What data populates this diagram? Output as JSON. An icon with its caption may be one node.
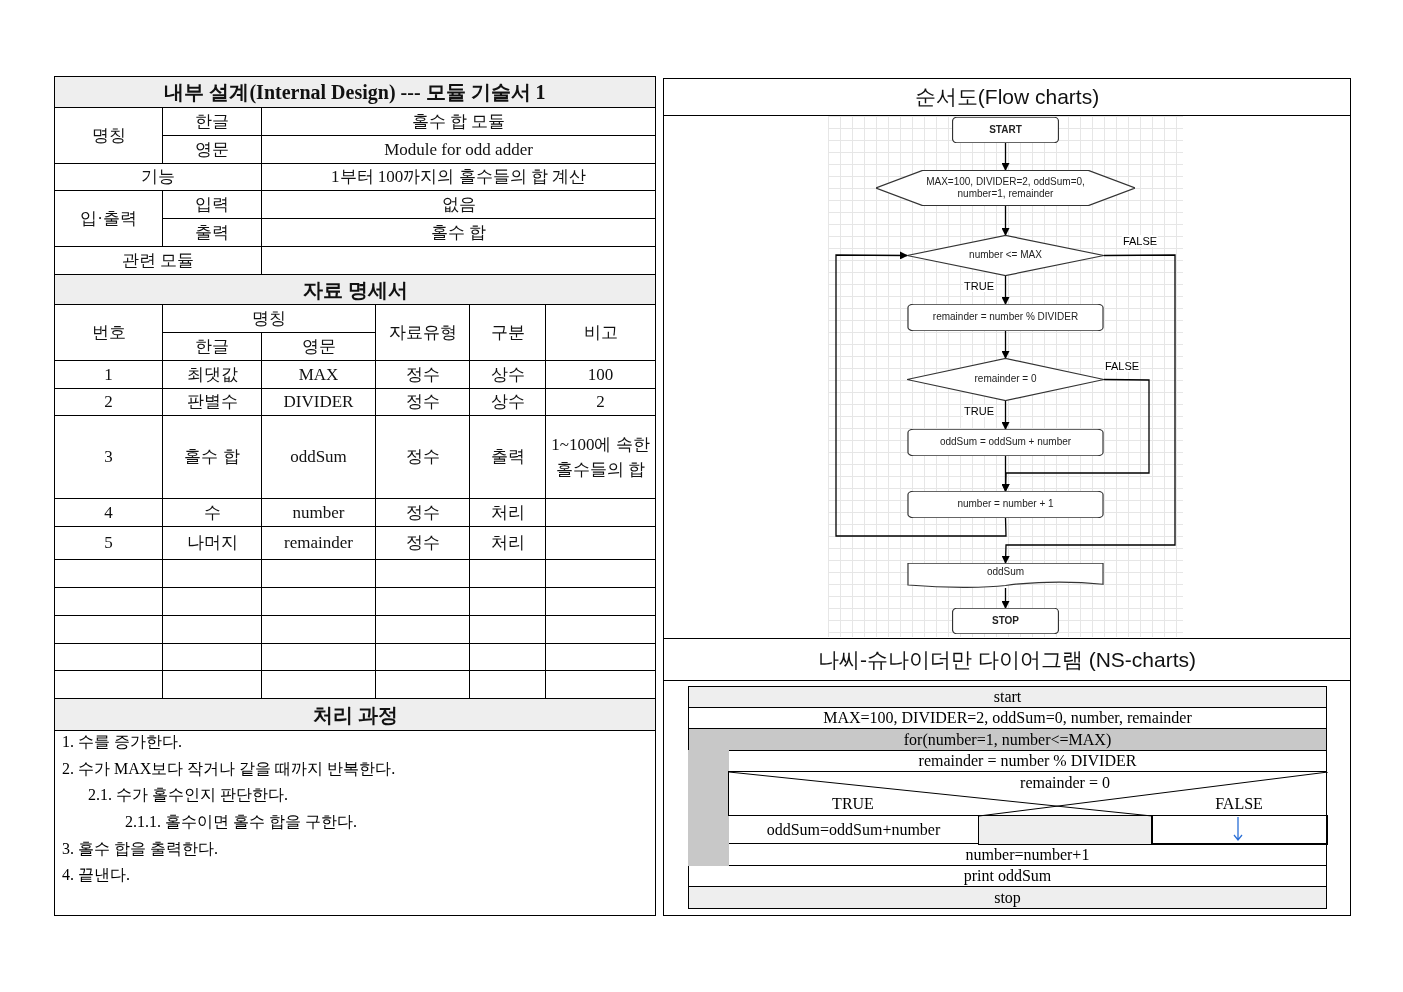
{
  "diagram": {
    "title": "내부 설계(Internal Design) --- 모듈 기술서 1",
    "nodes": [
      {
        "text": [
          "START"
        ]
      },
      {
        "text": [
          "MAX=100, DIVIDER=2, oddSum=0, number=1, remainder"
        ]
      },
      {
        "text": [
          "number <= MAX"
        ]
      },
      {
        "text": [
          "remainder = number % DIVIDER"
        ]
      },
      {
        "text": [
          "remainder = 0"
        ]
      },
      {
        "text": [
          "oddSum = oddSum + number"
        ]
      },
      {
        "text": [
          "number = number + 1"
        ]
      },
      {
        "text": [
          "oddSum"
        ]
      },
      {
        "text": [
          "STOP"
        ]
      }
    ],
    "edges": [
      {
        "from": 0,
        "to": 1,
        "arrow": "to"
      },
      {
        "from": 1,
        "to": 2,
        "arrow": "to"
      },
      {
        "from": 2,
        "to": 3,
        "arrow": "to",
        "label": "TRUE"
      },
      {
        "from": 3,
        "to": 4,
        "arrow": "to"
      },
      {
        "from": 4,
        "to": 5,
        "arrow": "to",
        "label": "TRUE"
      },
      {
        "from": 5,
        "to": 6,
        "arrow": "to"
      },
      {
        "from": 4,
        "to": 6,
        "arrow": "to",
        "label": "FALSE"
      },
      {
        "from": 6,
        "to": 2,
        "arrow": "to"
      },
      {
        "from": 2,
        "to": 7,
        "arrow": "to",
        "label": "FALSE"
      },
      {
        "from": 7,
        "to": 8,
        "arrow": "to"
      }
    ],
    "labels": [
      "명칭",
      "한글",
      "홀수 합 모듈",
      "영문",
      "Module for odd adder",
      "기능",
      "1부터 100까지의 홀수들의 합 계산",
      "입·출력",
      "입력",
      "없음",
      "출력",
      "홀수 합",
      "관련 모듈",
      "자료 명세서",
      "번호",
      "명칭",
      "자료유형",
      "구분",
      "비고",
      "한글",
      "영문",
      "1",
      "최댓값",
      "MAX",
      "정수",
      "상수",
      "100",
      "2",
      "판별수",
      "DIVIDER",
      "정수",
      "상수",
      "2",
      "3",
      "홀수 합",
      "oddSum",
      "정수",
      "출력",
      "1~100에 속한 홀수들의 합",
      "4",
      "수",
      "number",
      "정수",
      "처리",
      "5",
      "나머지",
      "remainder",
      "정수",
      "처리",
      "처리 과정",
      "1. 수를 증가한다.",
      "2. 수가 MAX보다 작거나 같을 때까지 반복한다.",
      "2.1. 수가 홀수인지 판단한다.",
      "2.1.1. 홀수이면 홀수 합을 구한다.",
      "3. 홀수 합을 출력한다.",
      "4. 끝낸다.",
      "순서도(Flow charts)",
      "나씨-슈나이더만 다이어그램 (NS-charts)",
      "start",
      "MAX=100, DIVIDER=2, oddSum=0, number, remainder",
      "for(number=1, number<=MAX)",
      "remainder = number % DIVIDER",
      "remainder = 0",
      "TRUE",
      "FALSE",
      "oddSum=oddSum+number",
      "number=number+1",
      "print oddSum",
      "stop"
    ]
  }
}
